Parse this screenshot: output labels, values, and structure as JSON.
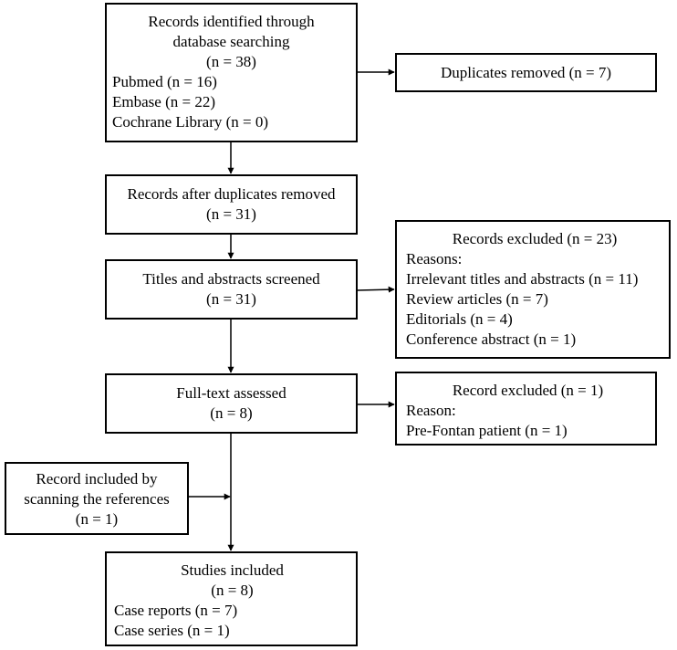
{
  "boxes": {
    "identified": {
      "title_lines": [
        "Records identified through",
        "database searching",
        "(n = 38)"
      ],
      "items": [
        "Pubmed (n = 16)",
        "Embase (n = 22)",
        "Cochrane Library (n = 0)"
      ]
    },
    "duplicates": {
      "text": "Duplicates removed (n = 7)"
    },
    "after_duplicates": {
      "lines": [
        "Records after duplicates removed",
        "(n = 31)"
      ]
    },
    "screened": {
      "lines": [
        "Titles and abstracts screened",
        "(n = 31)"
      ]
    },
    "excluded_screen": {
      "title": "Records excluded (n = 23)",
      "reasons_label": "Reasons:",
      "reasons": [
        "Irrelevant titles and abstracts (n = 11)",
        "Review articles (n = 7)",
        "Editorials (n = 4)",
        "Conference abstract (n = 1)"
      ]
    },
    "fulltext": {
      "lines": [
        "Full-text assessed",
        "(n = 8)"
      ]
    },
    "excluded_fulltext": {
      "title": "Record excluded (n = 1)",
      "reason_label": "Reason:",
      "reasons": [
        "Pre-Fontan patient (n = 1)"
      ]
    },
    "references": {
      "lines": [
        "Record included by",
        "scanning the references",
        "(n = 1)"
      ]
    },
    "included": {
      "title_lines": [
        "Studies included",
        "(n = 8)"
      ],
      "items": [
        "Case reports (n = 7)",
        "Case series (n = 1)"
      ]
    }
  }
}
